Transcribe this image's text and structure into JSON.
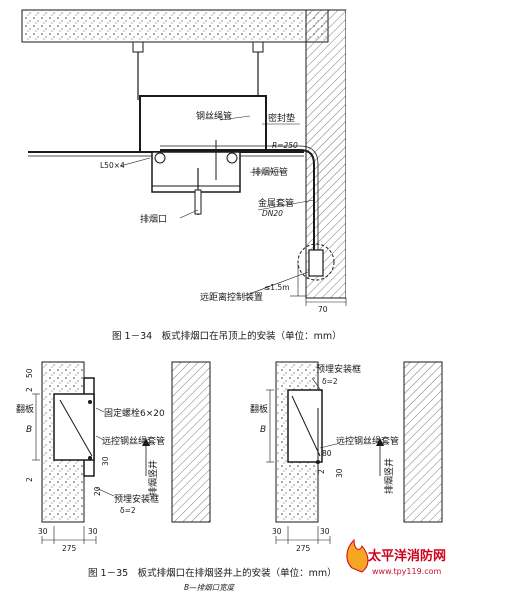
{
  "fig1": {
    "labels": {
      "rope_pipe": "钢丝绳管",
      "seal_gasket": "密封垫",
      "radius": "R=250",
      "angle": "L50×4",
      "smoke_pipe": "排烟短管",
      "smoke_outlet": "排烟口",
      "metal_sleeve": "金属套管",
      "dn": "DN20",
      "height": "≤1.5m",
      "remote": "远距离控制装置",
      "dim70": "70"
    },
    "caption": "图 1－34　板式排烟口在吊顶上的安装（单位：mm）"
  },
  "fig2": {
    "left": {
      "labels": {
        "d50": "50",
        "d2a": "2",
        "flap": "翻板",
        "bolt": "固定螺栓6×20",
        "b": "B",
        "remote_sleeve": "远控钢丝绳套管",
        "d30v": "30",
        "d2b": "2",
        "d20": "20",
        "shaft": "排烟竖井",
        "frame": "预埋安装框",
        "delta": "δ=2",
        "d30a": "30",
        "d30b": "30",
        "d275": "275"
      }
    },
    "right": {
      "labels": {
        "frame": "预埋安装框",
        "delta": "δ=2",
        "flap": "翻板",
        "b": "B",
        "remote_sleeve": "远控钢丝绳套管",
        "d80": "80",
        "d2c": "2",
        "d30c": "30",
        "shaft": "排烟竖井",
        "d30a": "30",
        "d30b": "30",
        "d275": "275"
      }
    },
    "caption": "图 1－35　板式排烟口在排烟竖井上的安装（单位：mm）",
    "subcaption": "B—排烟口宽度"
  },
  "watermark": {
    "brand": "太平洋消防网",
    "url": "www.tpy119.com"
  },
  "colors": {
    "ink": "#1a1a1a",
    "hatch": "#555555",
    "brand": "#d0021b"
  }
}
